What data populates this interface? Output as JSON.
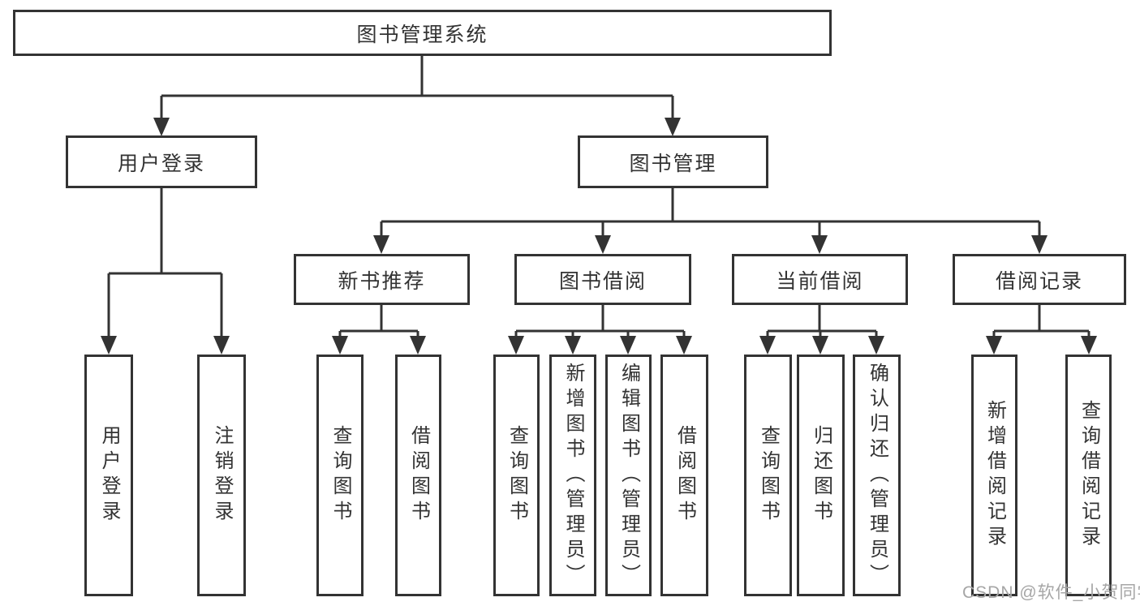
{
  "colors": {
    "line": "#333333",
    "text": "#333333",
    "background": "#ffffff",
    "watermark": "#a6a6a6"
  },
  "watermark": {
    "text": "CSDN @软件_小贺同学"
  },
  "tree": {
    "root": "图书管理系统",
    "branches": [
      {
        "label": "用户登录",
        "children": [
          "用户登录",
          "注销登录"
        ]
      },
      {
        "label": "图书管理",
        "groups": [
          {
            "label": "新书推荐",
            "children": [
              "查询图书",
              "借阅图书"
            ]
          },
          {
            "label": "图书借阅",
            "children": [
              "查询图书",
              "新增图书（管理员）",
              "编辑图书（管理员）",
              "借阅图书"
            ]
          },
          {
            "label": "当前借阅",
            "children": [
              "查询图书",
              "归还图书",
              "确认归还（管理员）"
            ]
          },
          {
            "label": "借阅记录",
            "children": [
              "新增借阅记录",
              "查询借阅记录"
            ]
          }
        ]
      }
    ]
  }
}
